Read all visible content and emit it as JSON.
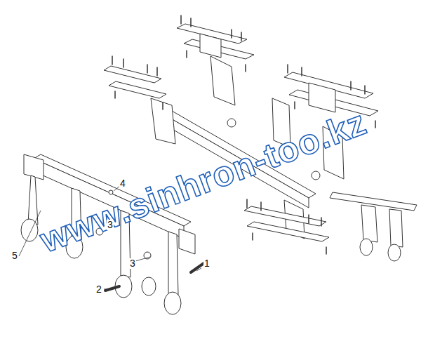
{
  "diagram": {
    "labels": [
      "www.sinhron-too.kz",
      "1",
      "2",
      "3",
      "3",
      "4",
      "5"
    ]
  }
}
